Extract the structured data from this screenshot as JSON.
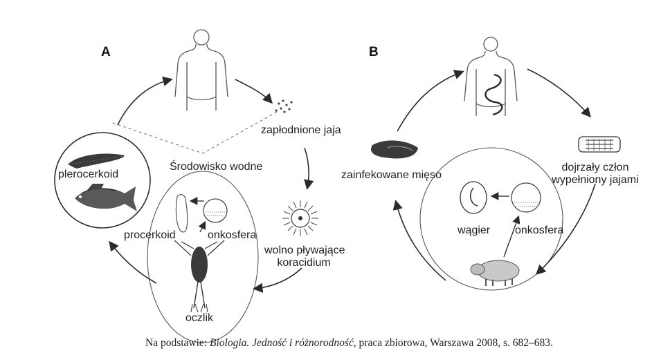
{
  "panels": {
    "a": {
      "letter": "A",
      "labels": {
        "fertilized_eggs": "zapłodnione jaja",
        "water_env": "Środowisko wodne",
        "plerocercoid": "plerocerkoid",
        "procercoid": "procerkoid",
        "oncosphere": "onkosfera",
        "coracidium_line1": "wolno pływające",
        "coracidium_line2": "koracidium",
        "copepod": "oczlik"
      }
    },
    "b": {
      "letter": "B",
      "labels": {
        "infected_meat": "zainfekowane mięso",
        "proglottid_line1": "dojrzały człon",
        "proglottid_line2": "wypełniony jajami",
        "cysticercus": "wągier",
        "oncosphere": "onkosfera"
      }
    }
  },
  "source": {
    "prefix": "Na podstawie: ",
    "title": "Biologia. Jedność i różnorodność",
    "suffix": ", praca zbiorowa, Warszawa 2008, s. 682–683."
  },
  "colors": {
    "ink": "#1e1e1e",
    "sketch": "#555555",
    "fill_dark": "#333333"
  },
  "icons": [
    "human-silhouette-icon",
    "tapeworm-icon",
    "fish-icon",
    "copepod-icon",
    "oncosphere-icon",
    "coracidium-icon",
    "eggs-icon",
    "meat-icon",
    "proglottid-icon",
    "pig-icon",
    "cysticercus-icon"
  ]
}
